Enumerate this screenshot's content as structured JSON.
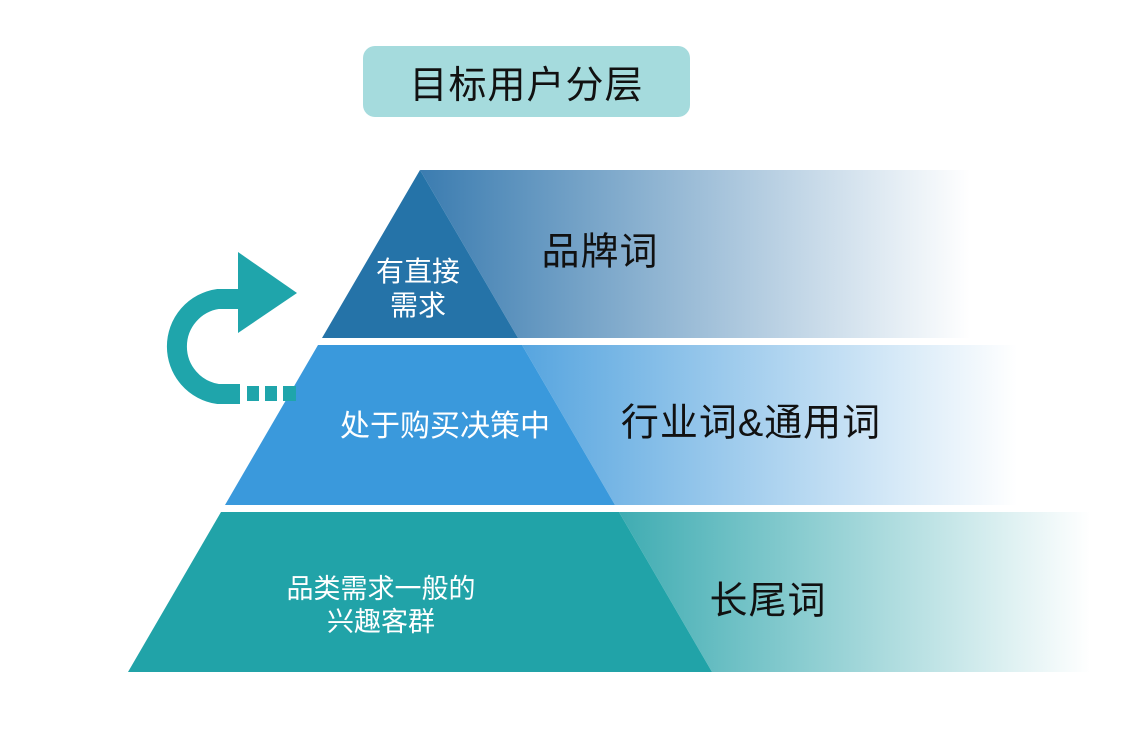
{
  "title": {
    "text": "目标用户分层",
    "bg_color": "#A5DBDD",
    "text_color": "#111111"
  },
  "pyramid": {
    "label_text_color": "#FFFFFF",
    "keyword_text_color": "#111111",
    "tiers": [
      {
        "name": "top",
        "segment_lines": [
          "有直接",
          "需求"
        ],
        "keyword": "品牌词",
        "color": "#2573A8",
        "band_start_color": "#3B7CB0",
        "band_end_color": "#FFFFFF"
      },
      {
        "name": "middle",
        "segment_lines": [
          "处于购买决策中"
        ],
        "keyword": "行业词&通用词",
        "color": "#3A99DC",
        "band_start_color": "#57A5DF",
        "band_end_color": "#FFFFFF"
      },
      {
        "name": "bottom",
        "segment_lines": [
          "品类需求一般的",
          "兴趣客群"
        ],
        "keyword": "长尾词",
        "color": "#21A3A8",
        "band_start_color": "#3FACB2",
        "band_end_color": "#FFFFFF"
      }
    ]
  },
  "icons": {
    "cycle_arrow": {
      "name": "cycle-arrow-icon",
      "color": "#1FA5AB"
    }
  }
}
